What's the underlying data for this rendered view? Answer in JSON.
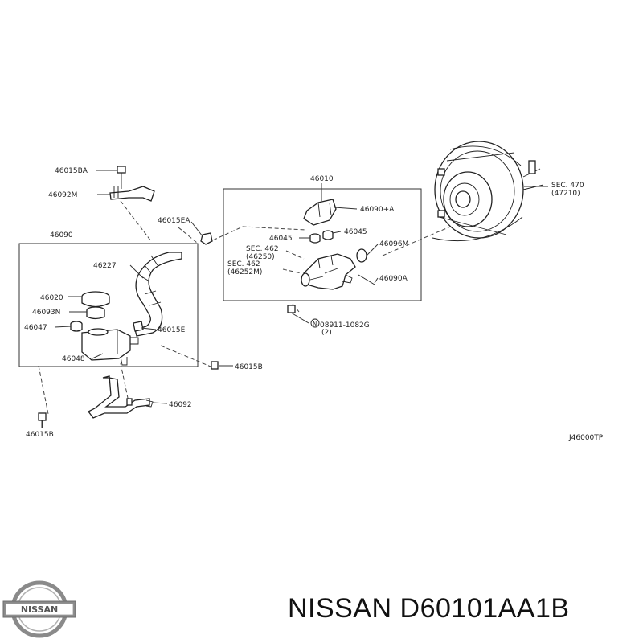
{
  "labels": {
    "l46015BA": "46015BA",
    "l46092M": "46092M",
    "l46015EA": "46015EA",
    "l46090": "46090",
    "l46227": "46227",
    "l46020": "46020",
    "l46093N": "46093N",
    "l46047": "46047",
    "l46048": "46048",
    "l46015E": "46015E",
    "l46015B_a": "46015B",
    "l46092": "46092",
    "l46015B_b": "46015B",
    "l46010": "46010",
    "l46090A_top": "46090+A",
    "l46045_left": "46045",
    "l46045_right": "46045",
    "sec462a": "SEC. 462",
    "sec462a_ref": "(46250)",
    "sec462b": "SEC. 462",
    "sec462b_ref": "(46252M)",
    "l46096M": "46096M",
    "l46090A": "46090A",
    "bolt": "08911-1082G",
    "bolt_qty": "(2)",
    "bolt_mark": "N",
    "sec470": "SEC. 470",
    "sec470_ref": "(47210)",
    "diagram_code": "J46000TP"
  },
  "caption": "NISSAN D60101AA1B",
  "logo_text": "NISSAN",
  "colors": {
    "line": "#333333",
    "text": "#222222",
    "logo": "#8a8a8a"
  }
}
